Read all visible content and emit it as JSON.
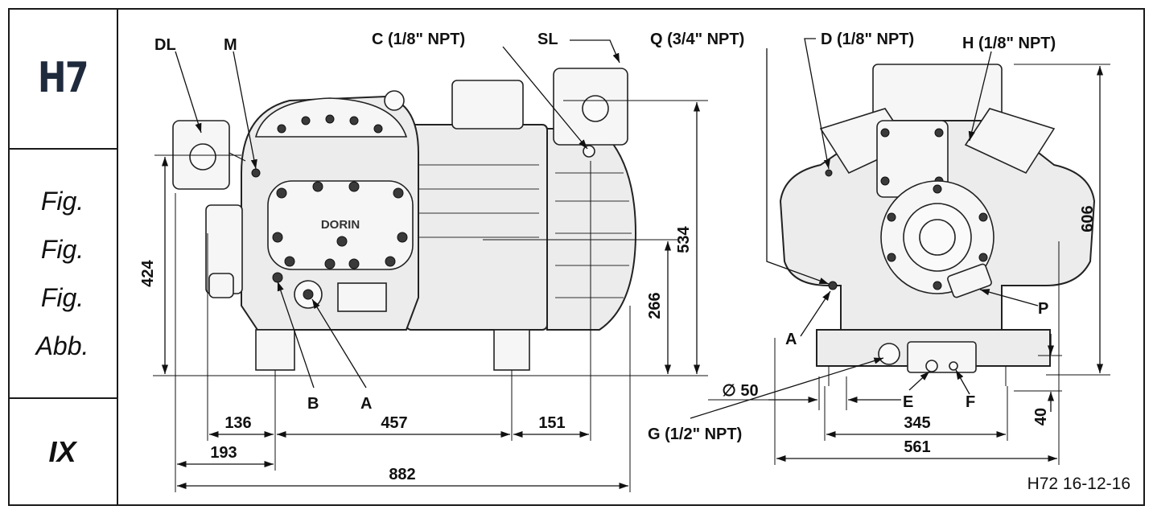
{
  "sidebar": {
    "model": "H7",
    "figure_labels": [
      "Fig.",
      "Fig.",
      "Fig.",
      "Abb."
    ],
    "version": "IX"
  },
  "drawing": {
    "brand_on_cover": "DORIN",
    "code": "H72 16-12-16",
    "callouts": {
      "dl": "DL",
      "m": "M",
      "c": "C (1/8\" NPT)",
      "sl": "SL",
      "q": "Q (3/4\" NPT)",
      "d": "D (1/8\" NPT)",
      "h": "H (1/8\" NPT)",
      "a_side": "A",
      "b": "B",
      "a_front": "A",
      "p": "P",
      "e": "E",
      "f": "F",
      "g": "G (1/2\" NPT)"
    },
    "dimensions": {
      "d424": "424",
      "d534": "534",
      "d266": "266",
      "d136": "136",
      "d457": "457",
      "d151": "151",
      "d193": "193",
      "d882": "882",
      "d606": "606",
      "d50": "∅ 50",
      "d345": "345",
      "d561": "561",
      "d40": "40"
    }
  },
  "colors": {
    "line": "#111111",
    "model_text": "#1f2a3c",
    "body_fill": "#ececec"
  }
}
